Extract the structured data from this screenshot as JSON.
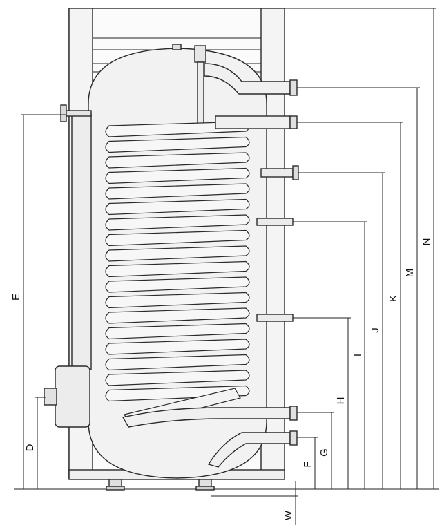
{
  "figure": {
    "type": "technical-drawing",
    "subject": "hot-water-cylinder-with-coil",
    "colors": {
      "line": "#222222",
      "body_fill": "#f2f2f2",
      "coil_fill": "#f7f7f7"
    }
  },
  "dimensions": {
    "N": "N",
    "M": "M",
    "K": "K",
    "J": "J",
    "I": "I",
    "H": "H",
    "G": "G",
    "F": "F",
    "E": "E",
    "D": "D",
    "W": "W"
  }
}
